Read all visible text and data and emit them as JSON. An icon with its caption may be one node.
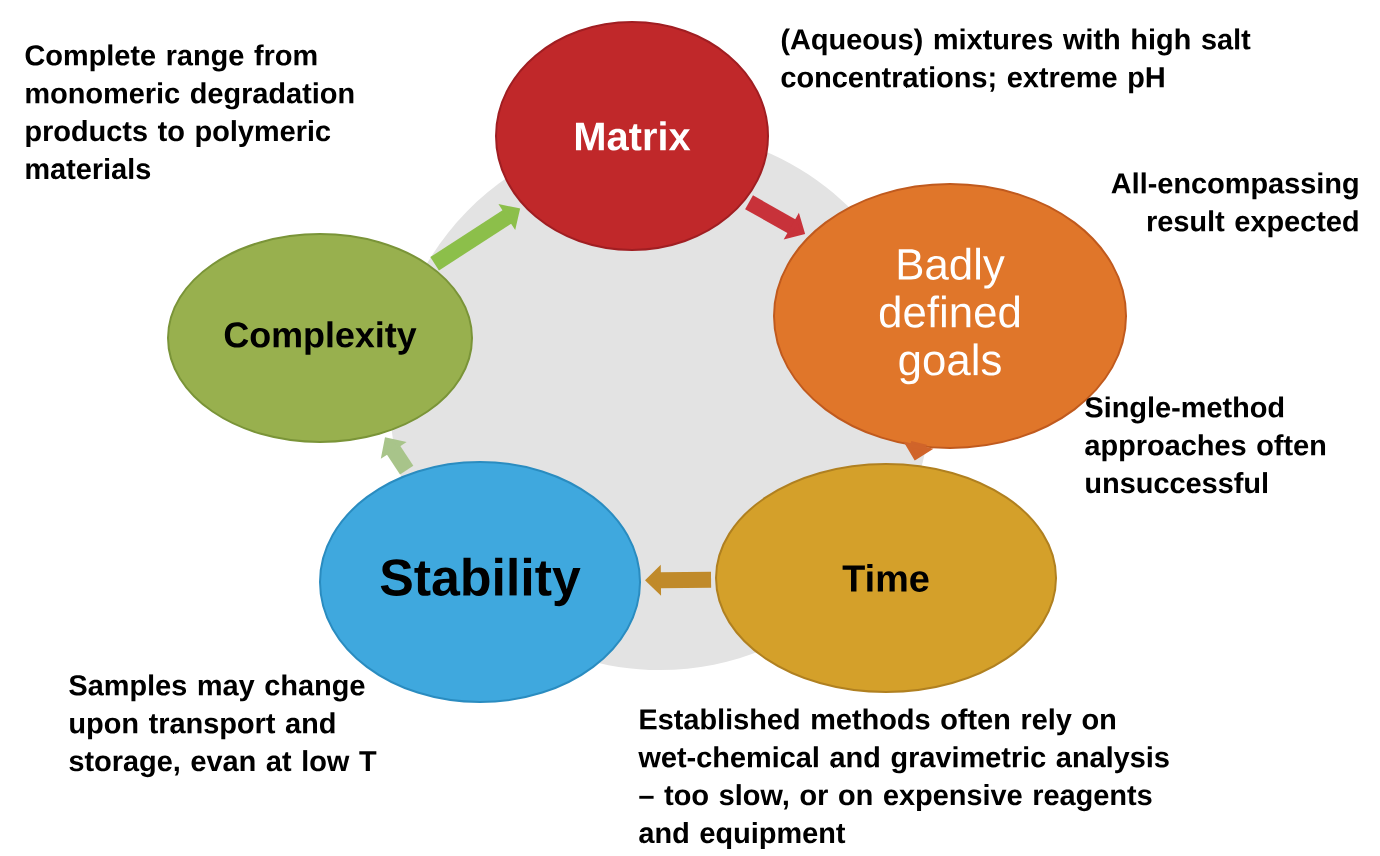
{
  "diagram": {
    "nodes": [
      {
        "text": [
          "Matrix"
        ],
        "beside": [
          "(Aqueous) mixtures with high salt concentrations; extreme pH"
        ]
      },
      {
        "text": [
          "Badly defined goals"
        ],
        "beside": [
          "All-encompassing result expected",
          "Single-method approaches often unsuccessful"
        ]
      },
      {
        "text": [
          "Time"
        ],
        "beside": [
          "Established methods often rely on wet-chemical and gravimetric analysis – too slow, or on expensive reagents and equipment"
        ]
      },
      {
        "text": [
          "Stability"
        ],
        "beside": [
          "Samples may change upon transport and storage, evan at low T"
        ]
      },
      {
        "text": [
          "Complexity"
        ],
        "beside": [
          "Complete range from monomeric degradation products to polymeric materials"
        ]
      }
    ],
    "edges": [
      {
        "from": 0,
        "to": 1,
        "arrow": "to",
        "color": "#c8323a"
      },
      {
        "from": 1,
        "to": 2,
        "arrow": "to",
        "color": "#d0642a"
      },
      {
        "from": 2,
        "to": 3,
        "arrow": "to",
        "color": "#c08a2a"
      },
      {
        "from": 3,
        "to": 4,
        "arrow": "to",
        "color": "#a8c48a"
      },
      {
        "from": 4,
        "to": 0,
        "arrow": "to",
        "color": "#8cbf4a"
      }
    ]
  }
}
